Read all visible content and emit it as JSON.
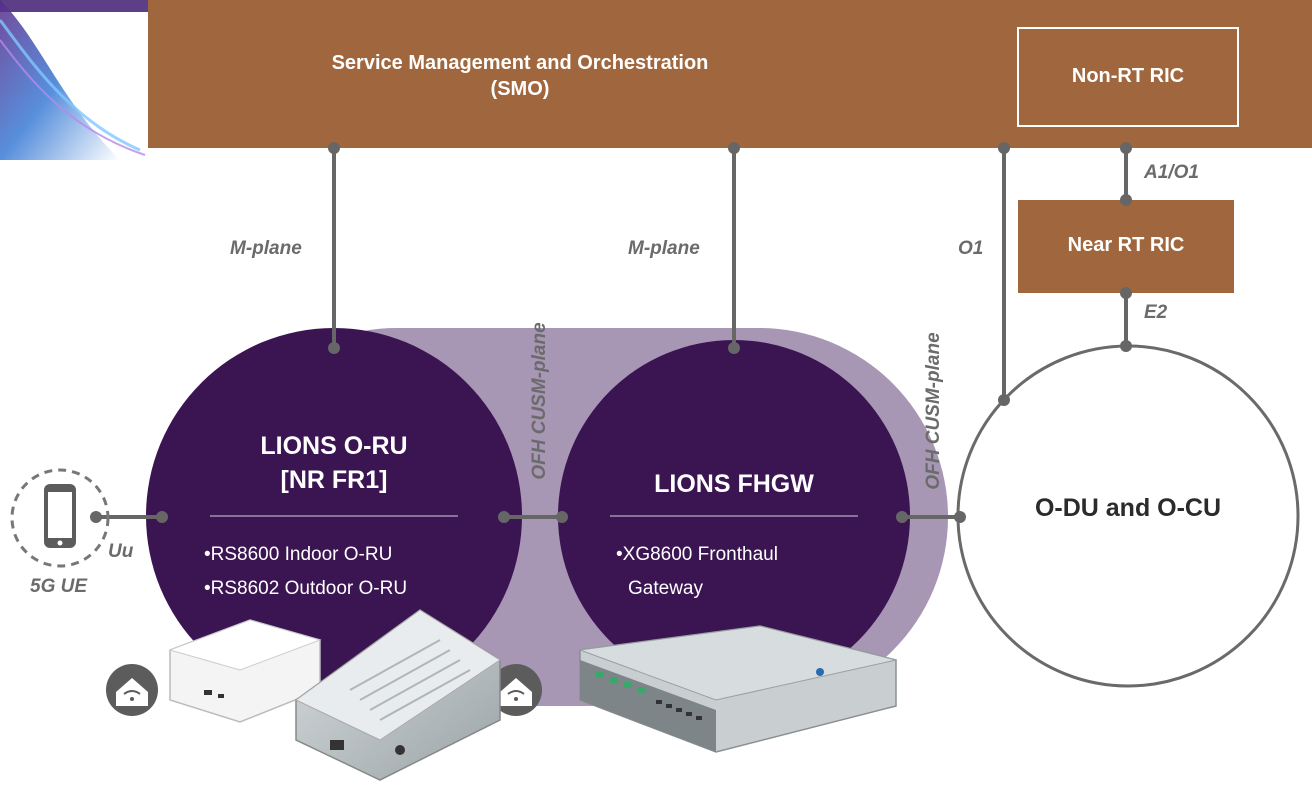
{
  "colors": {
    "smo_brown": "#a0673e",
    "deep_purple": "#3b1452",
    "lilac": "#a796b4",
    "connector_gray": "#666666",
    "label_gray": "#6b6b6b",
    "circle_outline": "#6a6a6a"
  },
  "smo": {
    "title_line1": "Service Management and Orchestration",
    "title_line2": "(SMO)",
    "non_rt_ric": "Non-RT RIC"
  },
  "near_rt_ric": "Near RT RIC",
  "interfaces": {
    "a1_o1": "A1/O1",
    "e2": "E2",
    "o1": "O1",
    "m_plane_left": "M-plane",
    "m_plane_mid": "M-plane",
    "ofh_left": "OFH CUSM-plane",
    "ofh_right": "OFH CUSM-plane",
    "uu": "Uu"
  },
  "oru": {
    "title_line1": "LIONS O-RU",
    "title_line2": "[NR FR1]",
    "items": [
      "RS8600 Indoor O-RU",
      "RS8602 Outdoor O-RU"
    ]
  },
  "fhgw": {
    "title": "LIONS FHGW",
    "item_line1": "XG8600 Fronthaul",
    "item_line2": "Gateway"
  },
  "odu": {
    "title": "O-DU and O-CU"
  },
  "ue": {
    "label": "5G UE",
    "icon": "smartphone-icon"
  },
  "icons": {
    "home_wifi_left": "home-wifi-icon",
    "home_wifi_right": "home-wifi-icon"
  }
}
